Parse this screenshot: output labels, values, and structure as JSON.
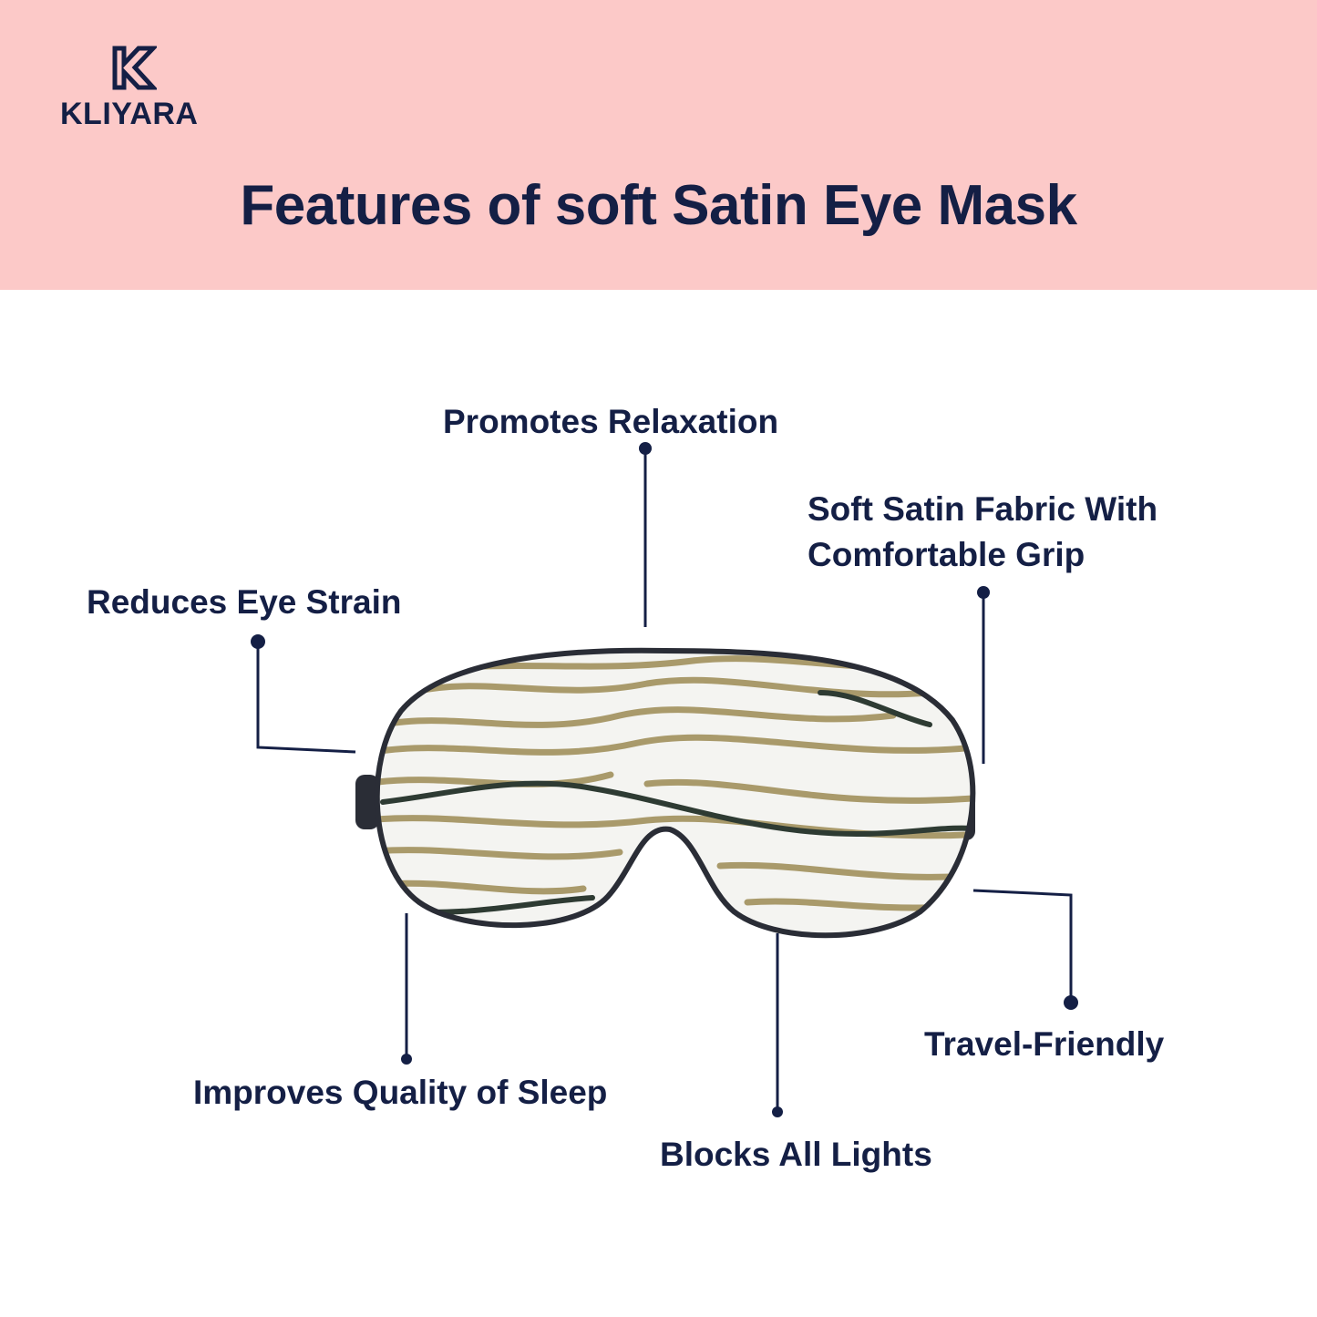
{
  "brand": {
    "name": "KLIYARA",
    "logo_icon": "k-monogram-icon",
    "color": "#141f45"
  },
  "header": {
    "title": "Features of soft Satin Eye Mask",
    "background": "#fcc9c8"
  },
  "product": {
    "name": "satin-eye-mask",
    "pattern": "zebra-stripes",
    "colors": {
      "fabric": "#f4f4f1",
      "stripe_gold": "#a99a6b",
      "stripe_dark": "#2e3b33",
      "trim": "#2a2d36"
    }
  },
  "features": [
    {
      "id": "promotes-relaxation",
      "label": "Promotes Relaxation"
    },
    {
      "id": "soft-satin-fabric",
      "label_line1": "Soft Satin Fabric With",
      "label_line2": "Comfortable Grip"
    },
    {
      "id": "reduces-eye-strain",
      "label": "Reduces Eye Strain"
    },
    {
      "id": "travel-friendly",
      "label": "Travel-Friendly"
    },
    {
      "id": "improves-sleep",
      "label": "Improves Quality of Sleep"
    },
    {
      "id": "blocks-lights",
      "label": "Blocks All Lights"
    }
  ]
}
